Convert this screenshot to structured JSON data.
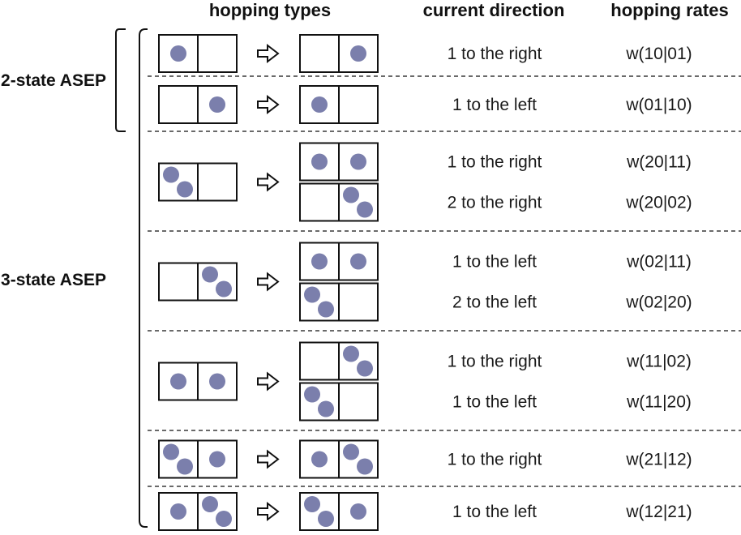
{
  "headers": {
    "hopping_types": "hopping types",
    "current_direction": "current direction",
    "hopping_rates": "hopping rates"
  },
  "groups": {
    "two_state": "2-state ASEP",
    "three_state": "3-state ASEP"
  },
  "colors": {
    "particle": "#7b7fac",
    "line": "#111111"
  },
  "rows": [
    {
      "initial": [
        1,
        0
      ],
      "finals": [
        [
          0,
          1
        ]
      ],
      "directions": [
        "1 to the right"
      ],
      "rates": [
        "w(10|01)"
      ]
    },
    {
      "initial": [
        0,
        1
      ],
      "finals": [
        [
          1,
          0
        ]
      ],
      "directions": [
        "1 to the left"
      ],
      "rates": [
        "w(01|10)"
      ]
    },
    {
      "initial": [
        2,
        0
      ],
      "finals": [
        [
          1,
          1
        ],
        [
          0,
          2
        ]
      ],
      "directions": [
        "1 to the right",
        "2 to the right"
      ],
      "rates": [
        "w(20|11)",
        "w(20|02)"
      ]
    },
    {
      "initial": [
        0,
        2
      ],
      "finals": [
        [
          1,
          1
        ],
        [
          2,
          0
        ]
      ],
      "directions": [
        "1 to the left",
        "2 to the left"
      ],
      "rates": [
        "w(02|11)",
        "w(02|20)"
      ]
    },
    {
      "initial": [
        1,
        1
      ],
      "finals": [
        [
          0,
          2
        ],
        [
          2,
          0
        ]
      ],
      "directions": [
        "1 to the right",
        "1 to the left"
      ],
      "rates": [
        "w(11|02)",
        "w(11|20)"
      ]
    },
    {
      "initial": [
        2,
        1
      ],
      "finals": [
        [
          1,
          2
        ]
      ],
      "directions": [
        "1 to the right"
      ],
      "rates": [
        "w(21|12)"
      ]
    },
    {
      "initial": [
        1,
        2
      ],
      "finals": [
        [
          2,
          1
        ]
      ],
      "directions": [
        "1 to the left"
      ],
      "rates": [
        "w(12|21)"
      ]
    }
  ]
}
